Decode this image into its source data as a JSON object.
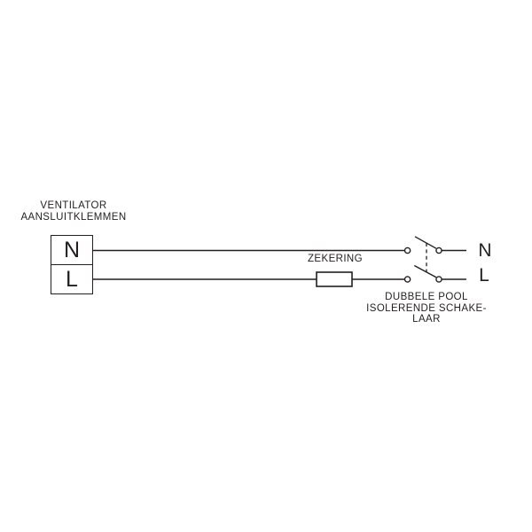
{
  "colors": {
    "ink": "#231f20",
    "background": "#ffffff"
  },
  "terminal_block": {
    "title_line1": "VENTILATOR",
    "title_line2": "AANSLUITKLEMMEN",
    "terminals": [
      {
        "label": "N"
      },
      {
        "label": "L"
      }
    ]
  },
  "fuse": {
    "label": "ZEKERING"
  },
  "switch": {
    "caption_line1": "DUBBELE POOL",
    "caption_line2": "ISOLERENDE SCHAKE-",
    "caption_line3": "LAAR",
    "output_labels": [
      {
        "label": "N"
      },
      {
        "label": "L"
      }
    ]
  }
}
